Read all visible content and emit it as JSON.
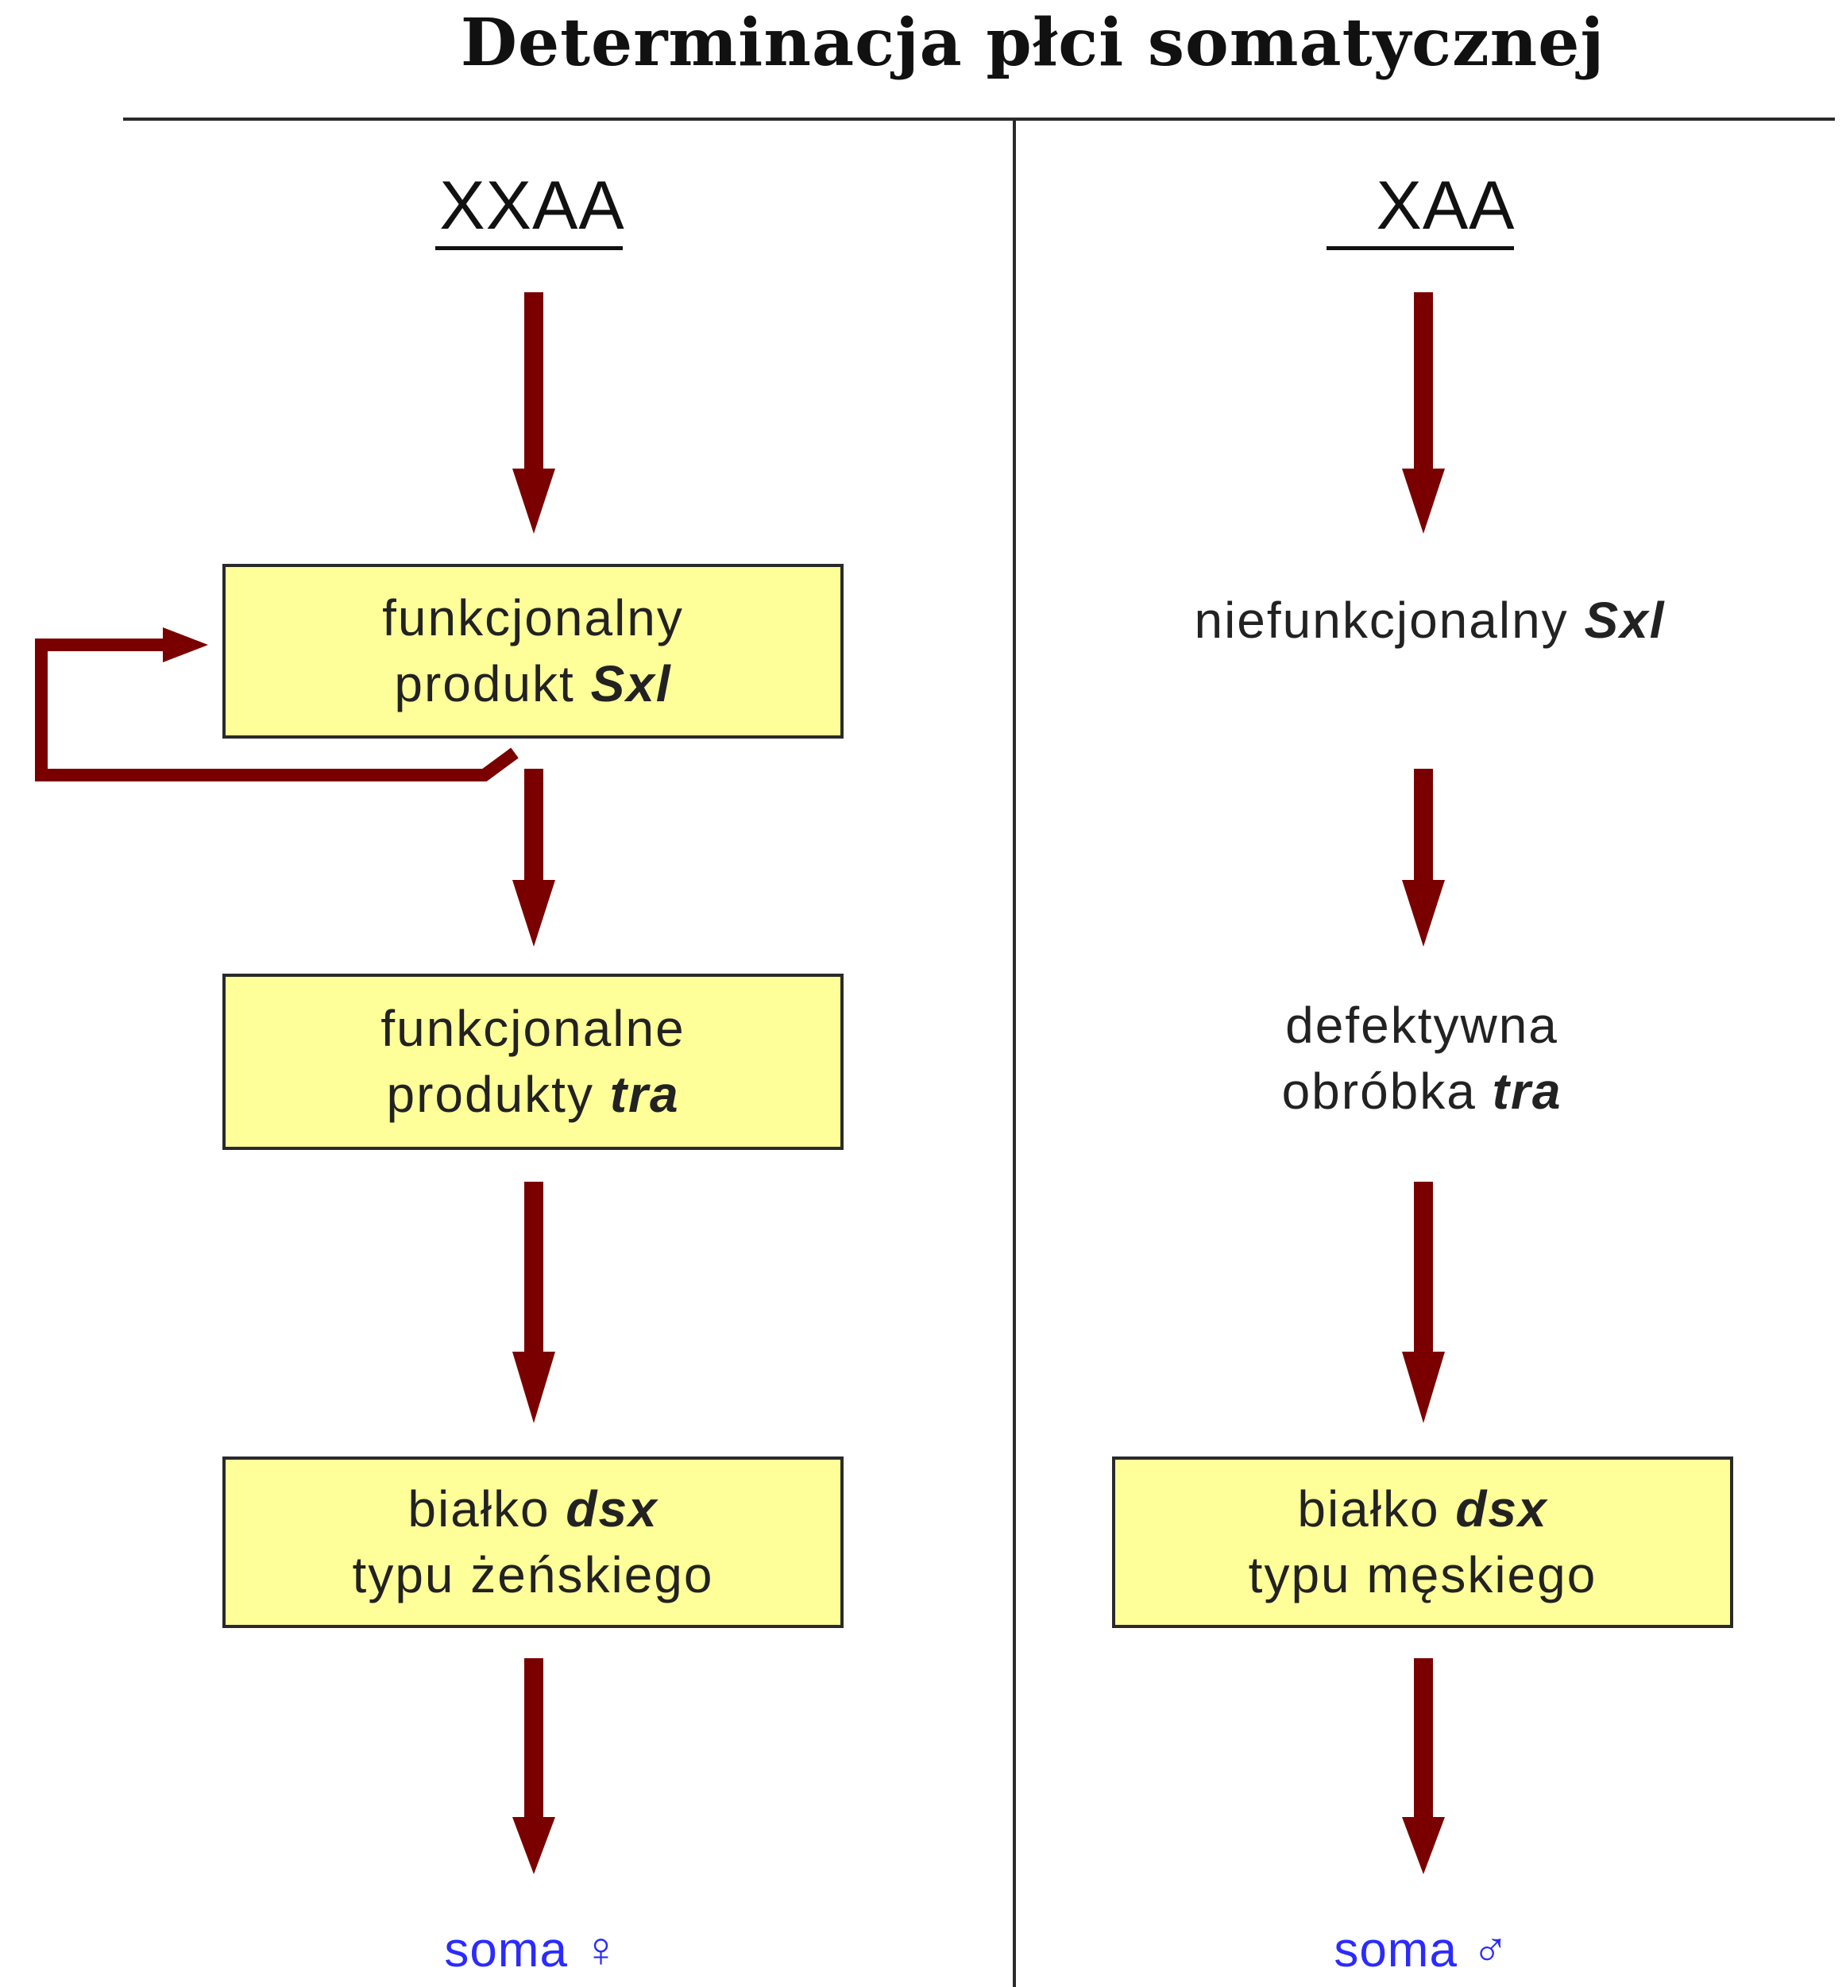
{
  "title": "Determinacja płci somatycznej",
  "colors": {
    "arrow": "#7a0000",
    "box_fill": "#ffff99",
    "soma_text": "#2b2bff",
    "divider": "#2a2a2a"
  },
  "left": {
    "genotype": "XXAA",
    "step1": {
      "line1": "funkcjonalny",
      "line2_text": "produkt ",
      "line2_gene": "Sxl"
    },
    "step2": {
      "line1": "funkcjonalne",
      "line2_text": "produkty ",
      "line2_gene": "tra"
    },
    "step3": {
      "line1_text": "białko ",
      "line1_gene": "dsx",
      "line2": "typu żeńskiego"
    },
    "result": {
      "label": "soma",
      "symbol": "♀"
    }
  },
  "right": {
    "genotype": "XAA",
    "step1": {
      "line1_text": "niefunkcjonalny ",
      "line1_gene": "Sxl"
    },
    "step2": {
      "line1": "defektywna",
      "line2_text": "obróbka ",
      "line2_gene": "tra"
    },
    "step3": {
      "line1_text": "białko ",
      "line1_gene": "dsx",
      "line2": "typu męskiego"
    },
    "result": {
      "label": "soma",
      "symbol": "♂"
    }
  }
}
